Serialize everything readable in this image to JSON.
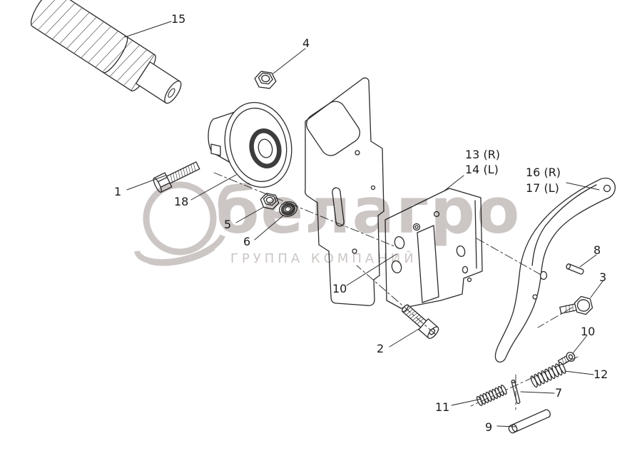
{
  "colors": {
    "background": "#ffffff",
    "line": "#2b2b2b",
    "watermark": "#ccc6c4"
  },
  "watermark": {
    "brand": "белагро",
    "subtitle": "ГРУППА КОМПАНИЙ"
  },
  "callouts": {
    "c15": {
      "label": "15"
    },
    "c4": {
      "label": "4"
    },
    "c1": {
      "label": "1"
    },
    "c18": {
      "label": "18"
    },
    "c5": {
      "label": "5"
    },
    "c6": {
      "label": "6"
    },
    "c13": {
      "label": "13 (R)"
    },
    "c14": {
      "label": "14 (L)"
    },
    "c16": {
      "label": "16 (R)"
    },
    "c17": {
      "label": "17 (L)"
    },
    "c10_upper": {
      "label": "10"
    },
    "c8": {
      "label": "8"
    },
    "c3": {
      "label": "3"
    },
    "c2": {
      "label": "2"
    },
    "c10_lower": {
      "label": "10"
    },
    "c12": {
      "label": "12"
    },
    "c7": {
      "label": "7"
    },
    "c11": {
      "label": "11"
    },
    "c9": {
      "label": "9"
    }
  }
}
